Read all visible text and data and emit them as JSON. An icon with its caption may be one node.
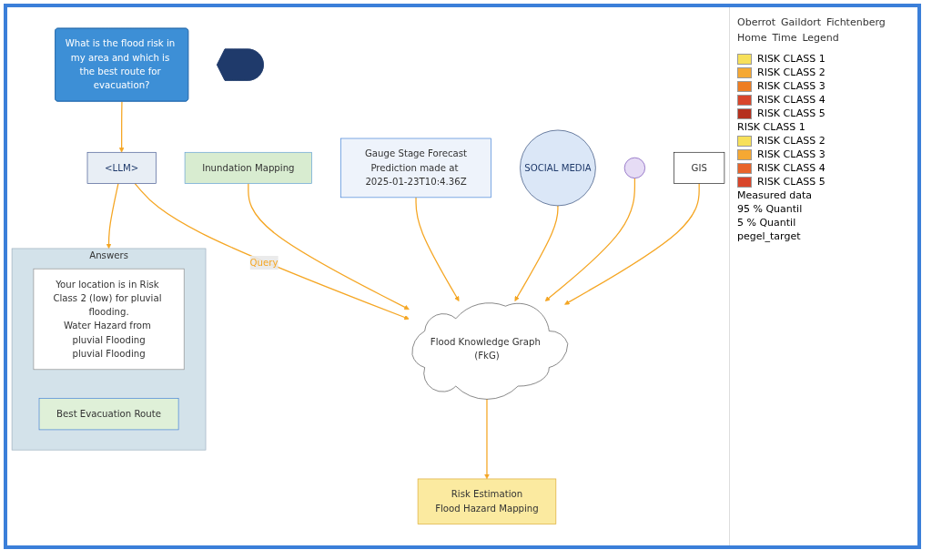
{
  "diagram": {
    "nodes": [
      {
        "text": [
          "What is the flood risk in my area and which is the best route for evacuation?"
        ]
      },
      {
        "text": [],
        "shape": "person"
      },
      {
        "text": [
          "<LLM>"
        ]
      },
      {
        "text": [
          "Flood Knowledge Graph (FkG)"
        ]
      },
      {
        "text": [
          "Risk Estimation",
          "Flood Hazard Mapping"
        ]
      },
      {
        "text": [
          "Inundation Mapping"
        ]
      },
      {
        "text": [
          "Gauge Stage Forecast",
          "Prediction made at 2025-01-23T10:4.36Z"
        ]
      },
      {
        "text": [
          "SOCIAL MEDIA"
        ]
      },
      {
        "text": [],
        "shape": "circle"
      },
      {
        "text": [
          "GIS"
        ]
      },
      {
        "text": [
          "Answers"
        ]
      },
      {
        "text": [
          "Your location is in Risk Class 2 (low) for pluvial flooding.",
          "Water Hazard from pluvial Flooding",
          "pluvial Flooding"
        ],
        "in": 10
      },
      {
        "text": [
          "Best Evacuation Route"
        ],
        "in": 10
      }
    ],
    "edges": [
      {
        "from": 0,
        "to": 2,
        "arrow": "to"
      },
      {
        "from": 2,
        "to": 3,
        "arrow": "to",
        "label": "Query"
      },
      {
        "from": 2,
        "to": 10,
        "arrow": "to"
      },
      {
        "from": 3,
        "to": 4,
        "arrow": "to"
      },
      {
        "from": 5,
        "to": 3,
        "arrow": "to"
      },
      {
        "from": 6,
        "to": 3,
        "arrow": "to"
      },
      {
        "from": 7,
        "to": 3,
        "arrow": "to"
      },
      {
        "from": 8,
        "to": 3,
        "arrow": "to"
      },
      {
        "from": 9,
        "to": 3,
        "arrow": "to"
      }
    ],
    "labels": [
      "Oberrot",
      "Gaildort",
      "Fichtenberg",
      "Home",
      "Time",
      "Legend"
    ],
    "legend": [
      {
        "text": "RISK CLASS 1",
        "color": "#f7e05a"
      },
      {
        "text": "RISK CLASS 2",
        "color": "#f5a833"
      },
      {
        "text": "RISK CLASS 3",
        "color": "#ee7d22"
      },
      {
        "text": "RISK CLASS 4",
        "color": "#d8452a"
      },
      {
        "text": "RISK CLASS 5",
        "color": "#b5301e"
      },
      {
        "text": "RISK CLASS 1"
      },
      {
        "text": "RISK CLASS 2",
        "color": "#f7e05a"
      },
      {
        "text": "RISK CLASS 3",
        "color": "#f5a833"
      },
      {
        "text": "RISK CLASS 4",
        "color": "#e8642a"
      },
      {
        "text": "RISK CLASS 5",
        "color": "#d8452a"
      },
      {
        "text": "Measured data"
      },
      {
        "text": "95 % Quantil"
      },
      {
        "text": "5 % Quantil"
      },
      {
        "text": "pegel_target"
      }
    ]
  }
}
